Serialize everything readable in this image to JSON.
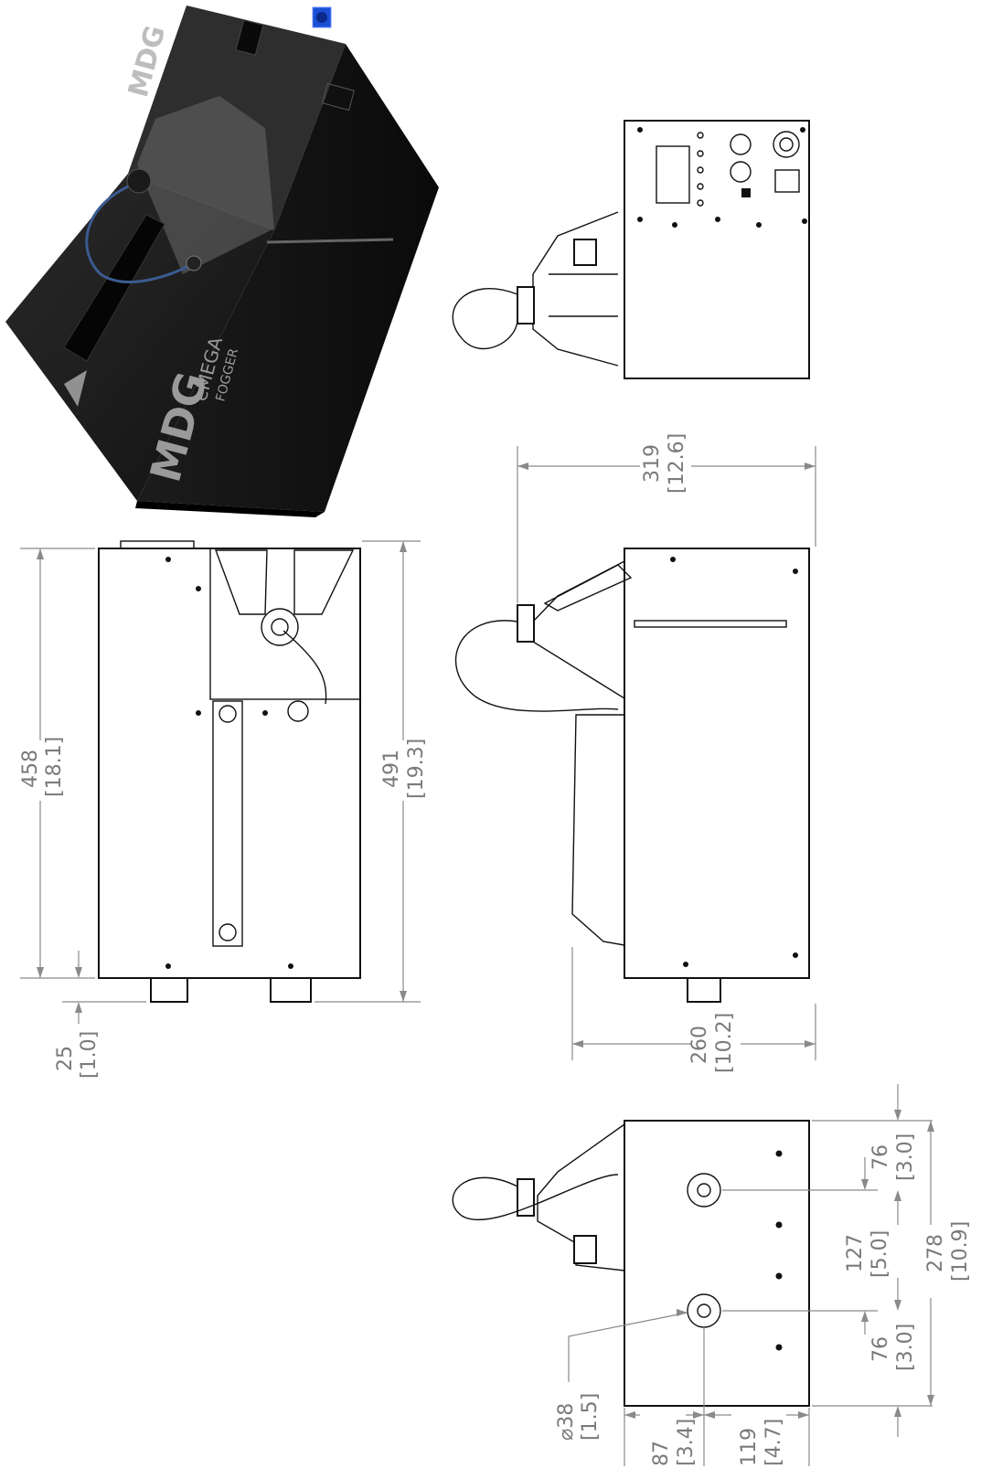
{
  "product": {
    "brand": "MDG",
    "model_line1": "eMEGA",
    "model_line2": "FOGGER"
  },
  "dimensions": {
    "side_height": {
      "mm": "458",
      "in": "[18.1]"
    },
    "side_total": {
      "mm": "491",
      "in": "[19.3]"
    },
    "feet": {
      "mm": "25",
      "in": "[1.0]"
    },
    "width_top": {
      "mm": "319",
      "in": "[12.6]"
    },
    "width_body": {
      "mm": "260",
      "in": "[10.2]"
    },
    "foot_offset_a": {
      "mm": "76",
      "in": "[3.0]"
    },
    "foot_spacing": {
      "mm": "127",
      "in": "[5.0]"
    },
    "foot_offset_b": {
      "mm": "76",
      "in": "[3.0]"
    },
    "total_length": {
      "mm": "278",
      "in": "[10.9]"
    },
    "diameter": {
      "mm": "⌀38",
      "in": "[1.5]"
    },
    "foot_pos_1": {
      "mm": "87",
      "in": "[3.4]"
    },
    "foot_pos_2": {
      "mm": "119",
      "in": "[4.7]"
    }
  }
}
